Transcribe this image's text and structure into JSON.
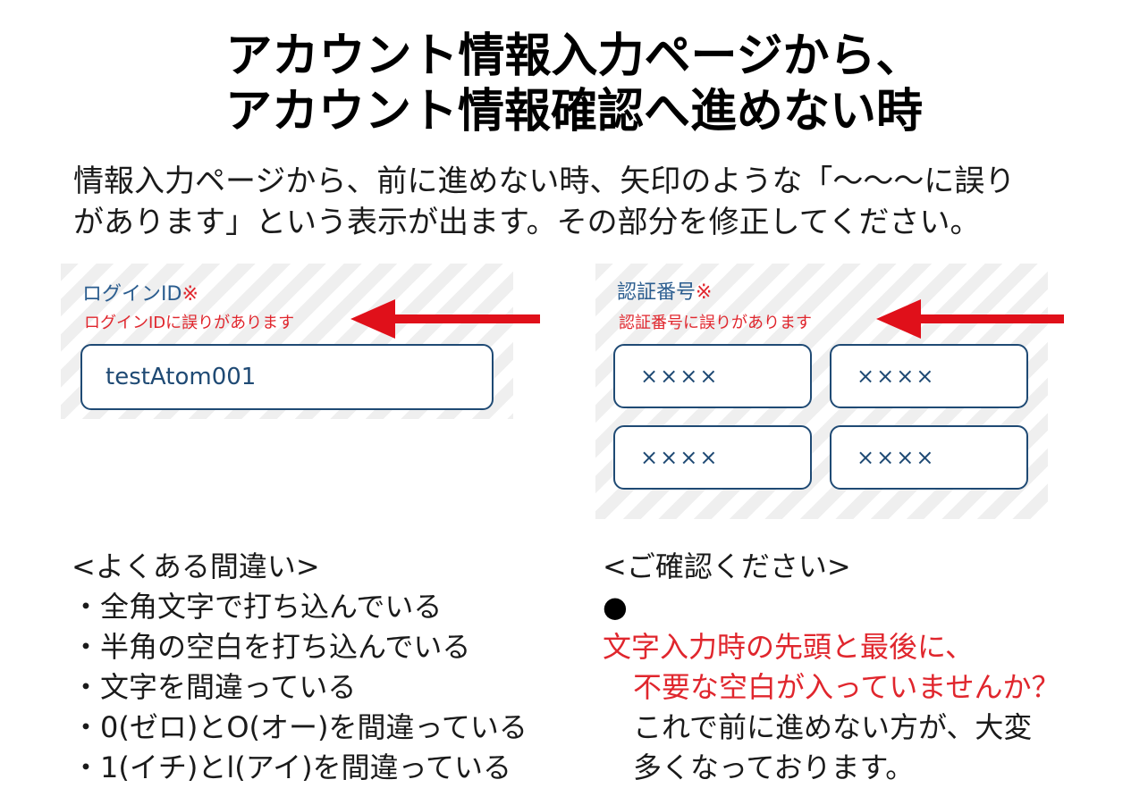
{
  "title": {
    "line1": "アカウント情報入力ページから、",
    "line2": "アカウント情報確認へ進めない時"
  },
  "intro": {
    "line1": "情報入力ページから、前に進めない時、矢印のような「〜〜〜に誤り",
    "line2": "があります」という表示が出ます。その部分を修正してください。"
  },
  "login_form": {
    "label": "ログインID",
    "required_mark": "※",
    "error": "ログインIDに誤りがあります",
    "value": "testAtom001"
  },
  "auth_form": {
    "label": "認証番号",
    "required_mark": "※",
    "error": "認証番号に誤りがあります",
    "codes": [
      "××××",
      "××××",
      "××××",
      "××××"
    ]
  },
  "common_mistakes": {
    "heading": "<よくある間違い>",
    "items": [
      "・全角文字で打ち込んでいる",
      "・半角の空白を打ち込んでいる",
      "・文字を間違っている",
      "・0(ゼロ)とO(オー)を間違っている",
      "・1(イチ)とl(アイ)を間違っている"
    ]
  },
  "please_check": {
    "heading": "<ご確認ください>",
    "bullet": "●",
    "warning_line1": "文字入力時の先頭と最後に、",
    "warning_line2": "不要な空白が入っていませんか？",
    "note_line1": "これで前に進めない方が、大変",
    "note_line2": "多くなっております。"
  },
  "colors": {
    "error_red": "#e0262d",
    "label_blue": "#2b5d8f",
    "border_navy": "#1f4a74"
  }
}
